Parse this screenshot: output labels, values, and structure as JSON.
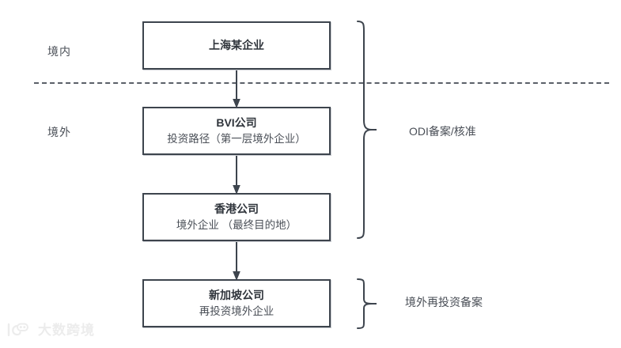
{
  "diagram": {
    "zones": [
      {
        "id": "domestic",
        "label": "境内"
      },
      {
        "id": "overseas",
        "label": "境外"
      }
    ],
    "boxes": [
      {
        "id": "shanghai",
        "title": "上海某企业",
        "subtitle": ""
      },
      {
        "id": "bvi",
        "title": "BVI公司",
        "subtitle": "投资路径（第一层境外企业）"
      },
      {
        "id": "hongkong",
        "title": "香港公司",
        "subtitle": "境外企业 （最终目的地）"
      },
      {
        "id": "singapore",
        "title": "新加坡公司",
        "subtitle": "再投资境外企业"
      }
    ],
    "braces": [
      {
        "id": "odi",
        "label": "ODI备案/核准"
      },
      {
        "id": "reinvest",
        "label": "境外再投资备案"
      }
    ],
    "colors": {
      "box_border": "#3d444d",
      "box_shadow": "#c9ccd1",
      "text_primary": "#2f343b",
      "text_secondary": "#4a4f57",
      "divider": "#5b6068",
      "connector": "#3d444d",
      "watermark": "#ececec",
      "background": "#ffffff"
    }
  },
  "watermark": {
    "text": "大数跨境"
  }
}
